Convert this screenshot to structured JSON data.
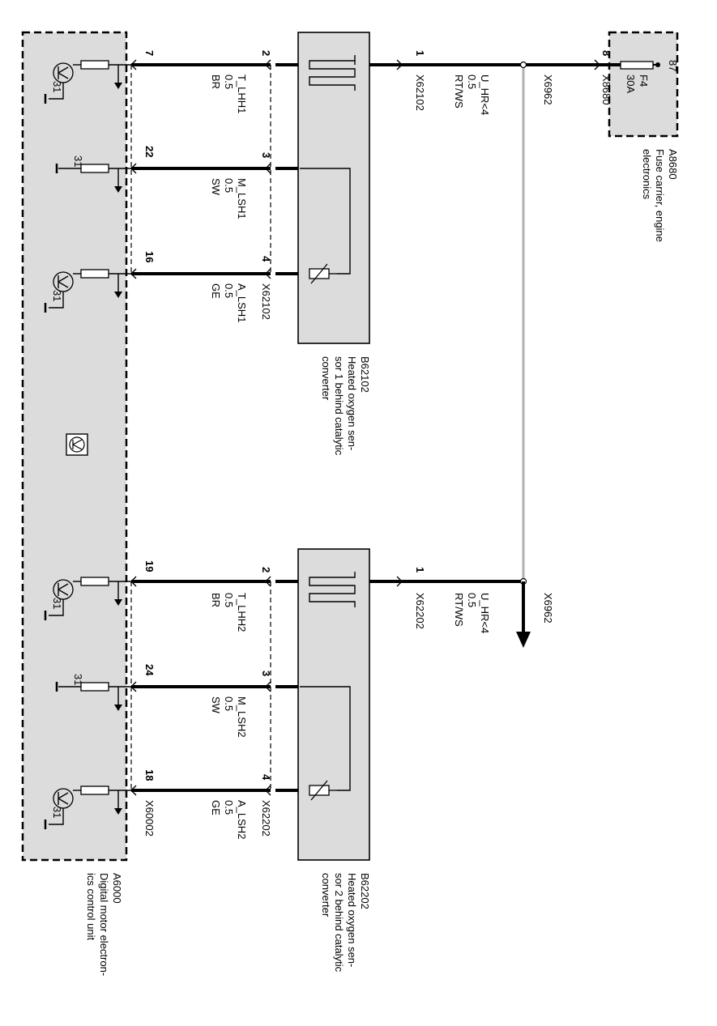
{
  "ecu": {
    "id": "A6000",
    "name": "Digital motor electron-ics control unit",
    "name_lines": [
      "Digital motor electron-",
      "ics control unit"
    ],
    "connector": "X60002",
    "ground": "31"
  },
  "fuse_carrier": {
    "id": "A8680",
    "name_lines": [
      "Fuse carrier, engine",
      "electronics"
    ],
    "pin": "8",
    "connector": "X8680",
    "terminal": "87",
    "fuse": "F4",
    "rating": "30A"
  },
  "splice": "X6962",
  "sensors": [
    {
      "id": "B62102",
      "name_lines": [
        "Heated oxygen sen-",
        "sor 1 behind catalytic",
        "converter"
      ],
      "connector": "X62102",
      "supply": {
        "pin": "1",
        "signal": "U_HR<4",
        "gauge": "0.5",
        "color": "RT/WS",
        "connector": "X62102"
      },
      "lines": [
        {
          "ecu_pin": "7",
          "sensor_pin": "2",
          "signal": "T_LHH1",
          "gauge": "0.5",
          "color": "BR"
        },
        {
          "ecu_pin": "22",
          "sensor_pin": "3",
          "signal": "M_LSH1",
          "gauge": "0.5",
          "color": "SW"
        },
        {
          "ecu_pin": "16",
          "sensor_pin": "4",
          "signal": "A_LSH1",
          "gauge": "0.5",
          "color": "GE",
          "connector": "X62102"
        }
      ]
    },
    {
      "id": "B62202",
      "name_lines": [
        "Heated oxygen sen-",
        "sor 2 behind catalytic",
        "converter"
      ],
      "connector": "X62202",
      "supply": {
        "pin": "1",
        "signal": "U_HR<4",
        "gauge": "0.5",
        "color": "RT/WS",
        "connector": "X62202"
      },
      "lines": [
        {
          "ecu_pin": "19",
          "sensor_pin": "2",
          "signal": "T_LHH2",
          "gauge": "0.5",
          "color": "BR"
        },
        {
          "ecu_pin": "24",
          "sensor_pin": "3",
          "signal": "M_LSH2",
          "gauge": "0.5",
          "color": "SW"
        },
        {
          "ecu_pin": "18",
          "sensor_pin": "4",
          "signal": "A_LSH2",
          "gauge": "0.5",
          "color": "GE",
          "connector": "X62202",
          "ecu_connector": "X60002"
        }
      ]
    }
  ],
  "colors": {
    "box_fill": "#dcdcdc",
    "wire": "#000000",
    "splice_wire": "#b0b0b0"
  }
}
